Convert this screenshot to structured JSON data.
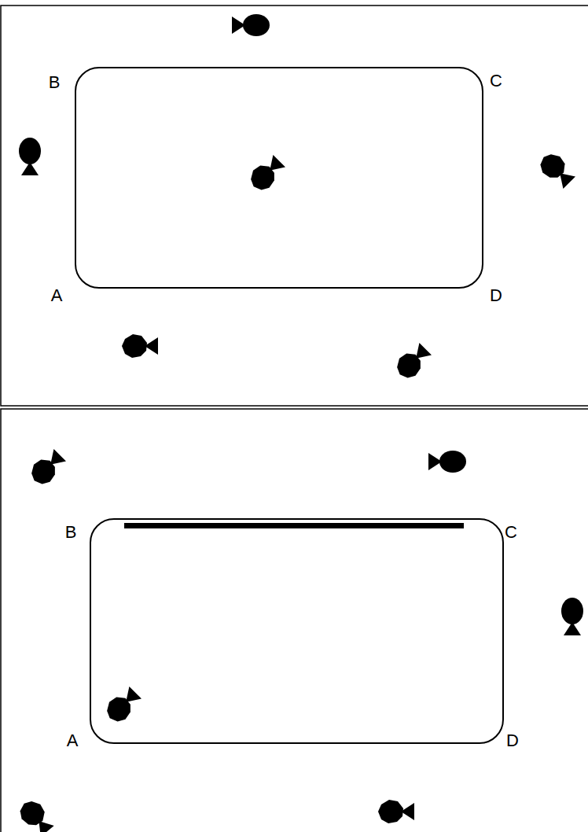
{
  "diagram": {
    "labels": [
      "B",
      "C",
      "A",
      "D",
      "B",
      "C",
      "A",
      "D"
    ]
  }
}
